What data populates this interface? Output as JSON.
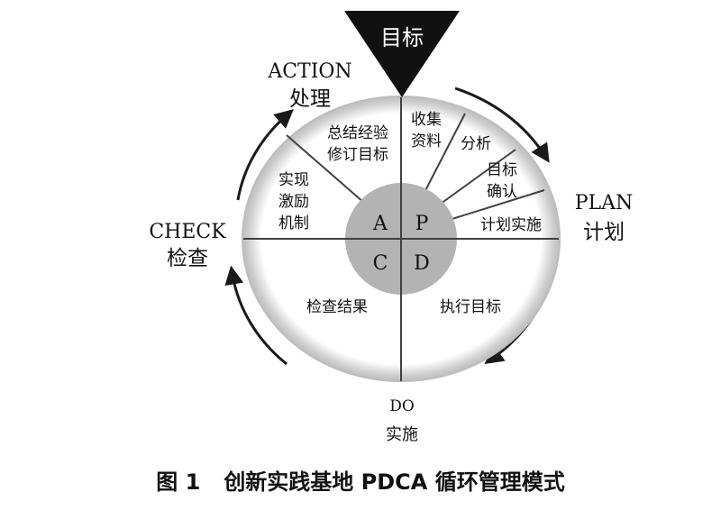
{
  "goal_label": "目标",
  "phases": {
    "action": {
      "en": "ACTION",
      "zh": "处理"
    },
    "plan": {
      "en": "PLAN",
      "zh": "计划"
    },
    "check": {
      "en": "CHECK",
      "zh": "检查"
    },
    "do": {
      "en": "DO",
      "zh": "实施"
    }
  },
  "hub_letters": {
    "a": "A",
    "p": "P",
    "c": "C",
    "d": "D"
  },
  "segments": {
    "collect": [
      "收集",
      "资料"
    ],
    "analyze": [
      "分析"
    ],
    "confirm": [
      "目标",
      "确认"
    ],
    "implement_plan": [
      "计划实施"
    ],
    "summarize": [
      "总结经验",
      "修订目标"
    ],
    "incentive": [
      "实现",
      "激励",
      "机制"
    ],
    "execute": [
      "执行目标"
    ],
    "check_result": [
      "检查结果"
    ]
  },
  "caption": {
    "label": "图 1",
    "text": "创新实践基地 PDCA 循环管理模式"
  },
  "colors": {
    "ring": "#dcdcdc",
    "hub": "#b3b3b3",
    "line": "#404040",
    "arrow": "#1a1a1a",
    "goal_triangle": "#111111",
    "text": "#111111"
  }
}
